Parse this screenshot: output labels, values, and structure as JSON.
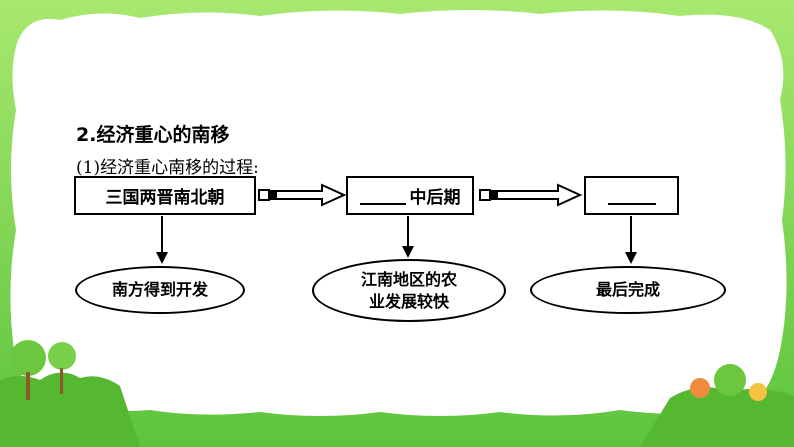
{
  "heading": "2.经济重心的南移",
  "subheading": "(1)经济重心南移的过程:",
  "stages": [
    {
      "box_label": "三国两晋南北朝",
      "result": "南方得到开发"
    },
    {
      "box_label": "中后期",
      "result": "江南地区的农业发展较快"
    },
    {
      "box_label": "",
      "result": "最后完成"
    }
  ],
  "result_lines": {
    "stage2_line1": "江南地区的农",
    "stage2_line2": "业发展较快"
  },
  "colors": {
    "grass": "#7ed957",
    "frame": "#ffffff",
    "ink": "#000000"
  }
}
